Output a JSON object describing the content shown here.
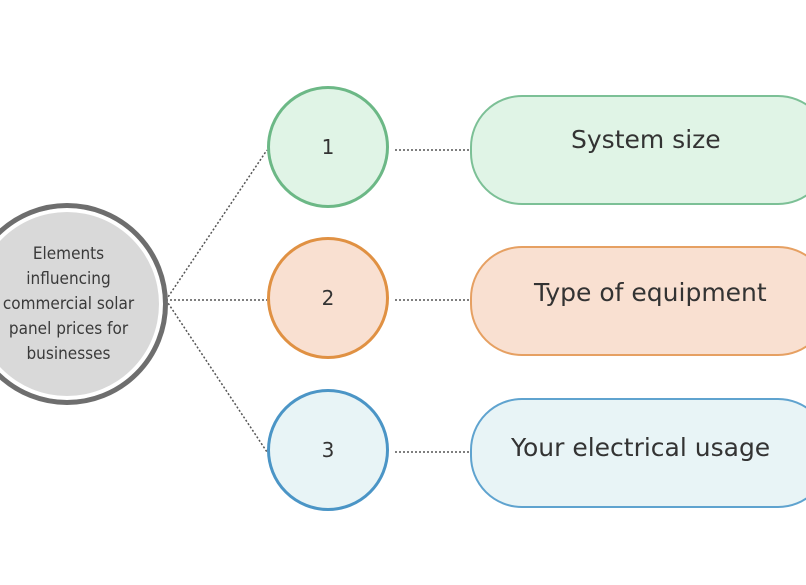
{
  "center": {
    "label": "Elements influencing commercial solar panel prices for businesses",
    "fill": "#d9d9d9",
    "border": "#6e6e6e"
  },
  "items": [
    {
      "number": "1",
      "label": "System size",
      "circle_border": "#6cb886",
      "circle_fill": "#e0f4e6",
      "pill_border": "#7cc096",
      "pill_fill": "#e0f4e6"
    },
    {
      "number": "2",
      "label": "Type of equipment",
      "circle_border": "#e09143",
      "circle_fill": "#f9e0d1",
      "pill_border": "#e6a062",
      "pill_fill": "#f9e0d1"
    },
    {
      "number": "3",
      "label": "Your electrical usage",
      "circle_border": "#4b95c6",
      "circle_fill": "#e8f4f6",
      "pill_border": "#5fa3cf",
      "pill_fill": "#e8f4f6"
    }
  ],
  "connector_color": "#555555"
}
